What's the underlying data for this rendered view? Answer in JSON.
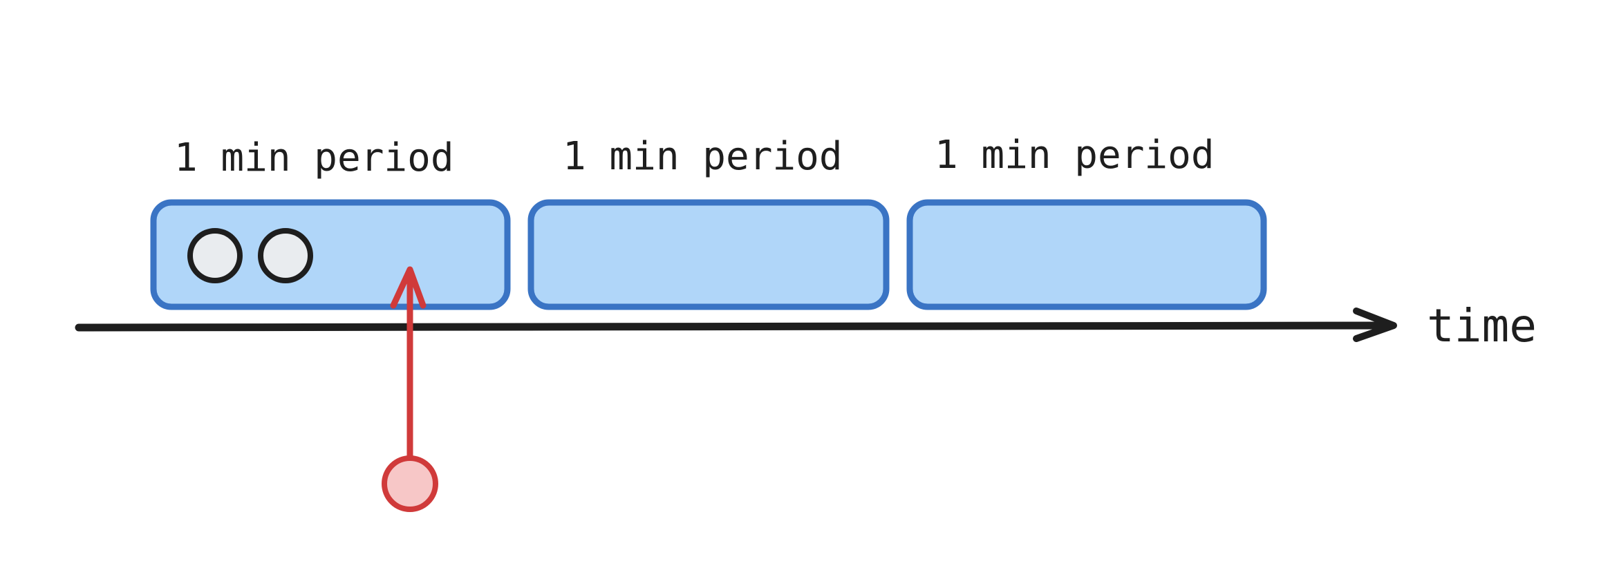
{
  "periods": [
    {
      "label": "1 min period",
      "events": 2
    },
    {
      "label": "1 min period",
      "events": 0
    },
    {
      "label": "1 min period",
      "events": 0
    }
  ],
  "axis": {
    "label": "time"
  },
  "colors": {
    "period_fill": "#b0d6f9",
    "period_stroke": "#3a74c4",
    "event_fill": "#e9ecef",
    "event_stroke": "#1e1e1e",
    "pointer_fill": "#f7c7c7",
    "pointer_stroke": "#d03a3a",
    "axis_stroke": "#1e1e1e"
  }
}
